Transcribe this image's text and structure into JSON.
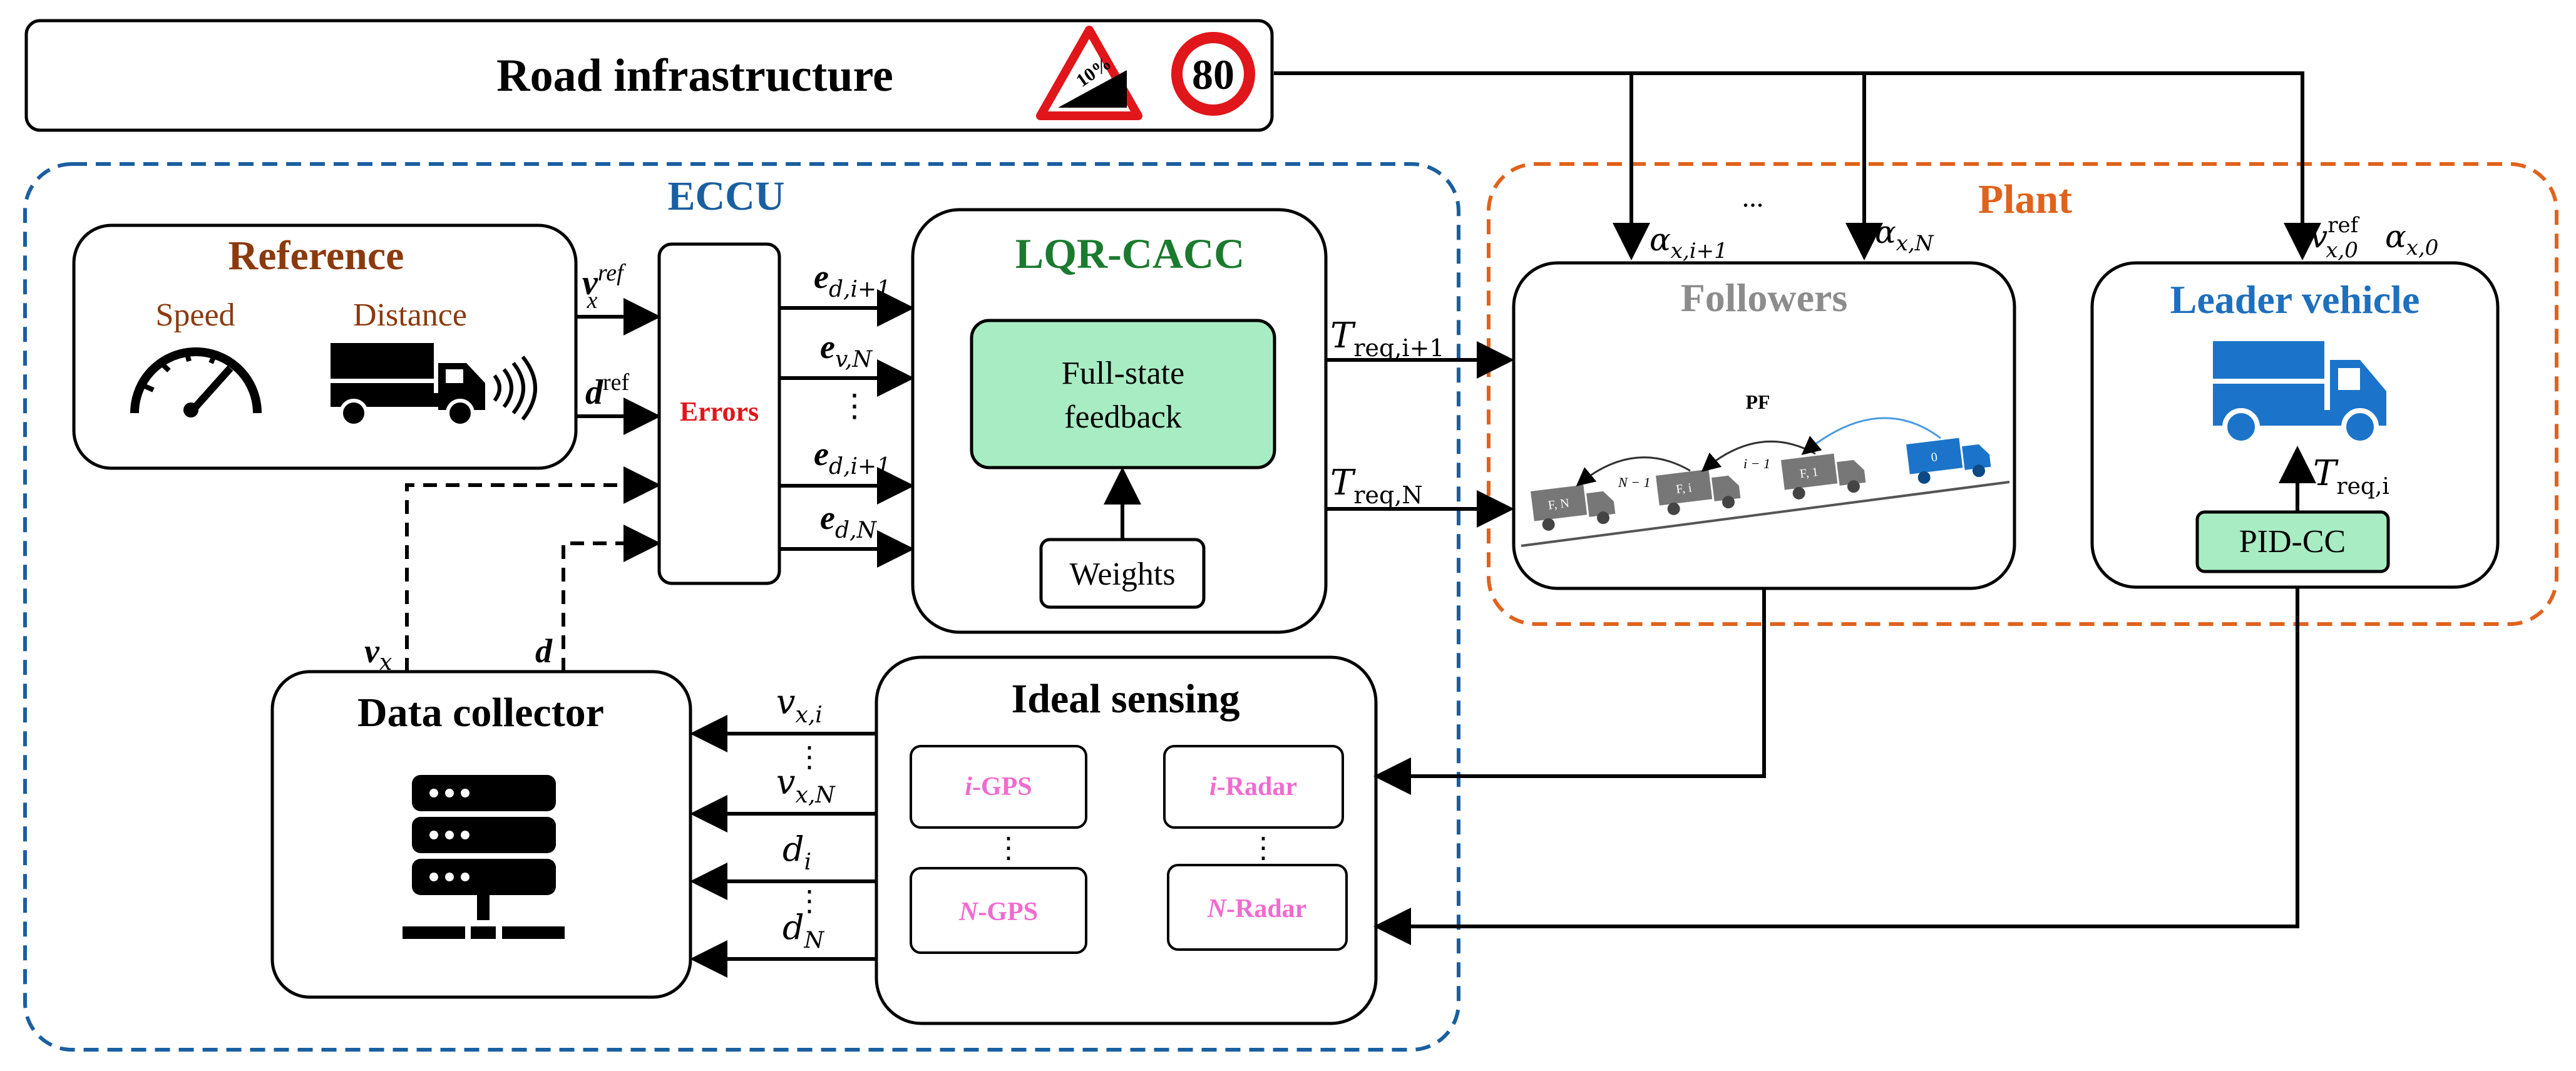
{
  "road": {
    "title": "Road infrastructure",
    "grade_sign_text": "10%",
    "speed_sign_text": "80",
    "colors": {
      "sign_red": "#e0161b",
      "sign_black": "#000000"
    }
  },
  "eccu": {
    "title": "ECCU",
    "color": "#1a5fa0",
    "reference": {
      "title": "Reference",
      "speed_label": "Speed",
      "distance_label": "Distance",
      "color": "#8b3a0e",
      "icons": [
        "speedometer-icon",
        "truck-signal-icon"
      ]
    },
    "errors_label": "Errors",
    "errors_color": "#e0161b",
    "inputs": {
      "vref_base": "v",
      "vref_sub": "x",
      "vref_sup": "ref",
      "dref_base": "d",
      "dref_sup": "ref"
    },
    "error_signals": [
      {
        "base": "e",
        "sub": "d,i+1"
      },
      {
        "base": "e",
        "sub": "v,N"
      },
      {
        "base": "⋮",
        "sub": ""
      },
      {
        "base": "e",
        "sub": "d,i+1"
      },
      {
        "base": "e",
        "sub": "d,N"
      }
    ],
    "lqr": {
      "title": "LQR-CACC",
      "color": "#1a7a2e",
      "feedback_line1": "Full-state",
      "feedback_line2": "feedback",
      "weights": "Weights"
    },
    "outputs": {
      "t1_base": "T",
      "t1_sub": "req,i+1",
      "t2_base": "T",
      "t2_sub": "req,N"
    },
    "data_collector": {
      "title": "Data collector",
      "icon": "server-icon"
    },
    "ideal_sensing": {
      "title": "Ideal sensing",
      "sensors": [
        {
          "prefix": "i",
          "name": "-GPS"
        },
        {
          "prefix": "i",
          "name": "-Radar"
        },
        {
          "prefix": "N",
          "name": "-GPS"
        },
        {
          "prefix": "N",
          "name": "-Radar"
        }
      ],
      "sensor_color": "#f06bd0"
    },
    "feedback_labels": {
      "vx": "v",
      "vx_sub": "x",
      "d": "d"
    },
    "sensing_signals": [
      {
        "base": "v",
        "sub": "x,i"
      },
      {
        "base": "v",
        "sub": "x,N"
      },
      {
        "base": "d",
        "sub": "i"
      },
      {
        "base": "d",
        "sub": "N"
      }
    ],
    "vdots": "⋮"
  },
  "plant": {
    "title": "Plant",
    "color": "#e0621c",
    "ellipsis": "...",
    "slopes": [
      {
        "base": "α",
        "sub": "x,i+1"
      },
      {
        "base": "α",
        "sub": "x,N"
      }
    ],
    "leader_inputs": {
      "v_base": "v",
      "v_sub": "x,0",
      "v_sup": "ref",
      "a_base": "α",
      "a_sub": "x,0"
    },
    "followers": {
      "title": "Followers",
      "title_color": "#8c8c8c",
      "pf_label": "PF",
      "truck_labels": [
        "F, N",
        "F, i",
        "F, 1",
        "0"
      ],
      "gap_labels": [
        "N − 1",
        "i − 1"
      ]
    },
    "leader": {
      "title": "Leader vehicle",
      "color": "#1f6fbd",
      "truck_color": "#1b74c9",
      "torque_base": "T",
      "torque_sub": "req,i",
      "pid": "PID-CC"
    }
  },
  "colors": {
    "green_fill": "#a8ecc4",
    "line": "#000000"
  }
}
